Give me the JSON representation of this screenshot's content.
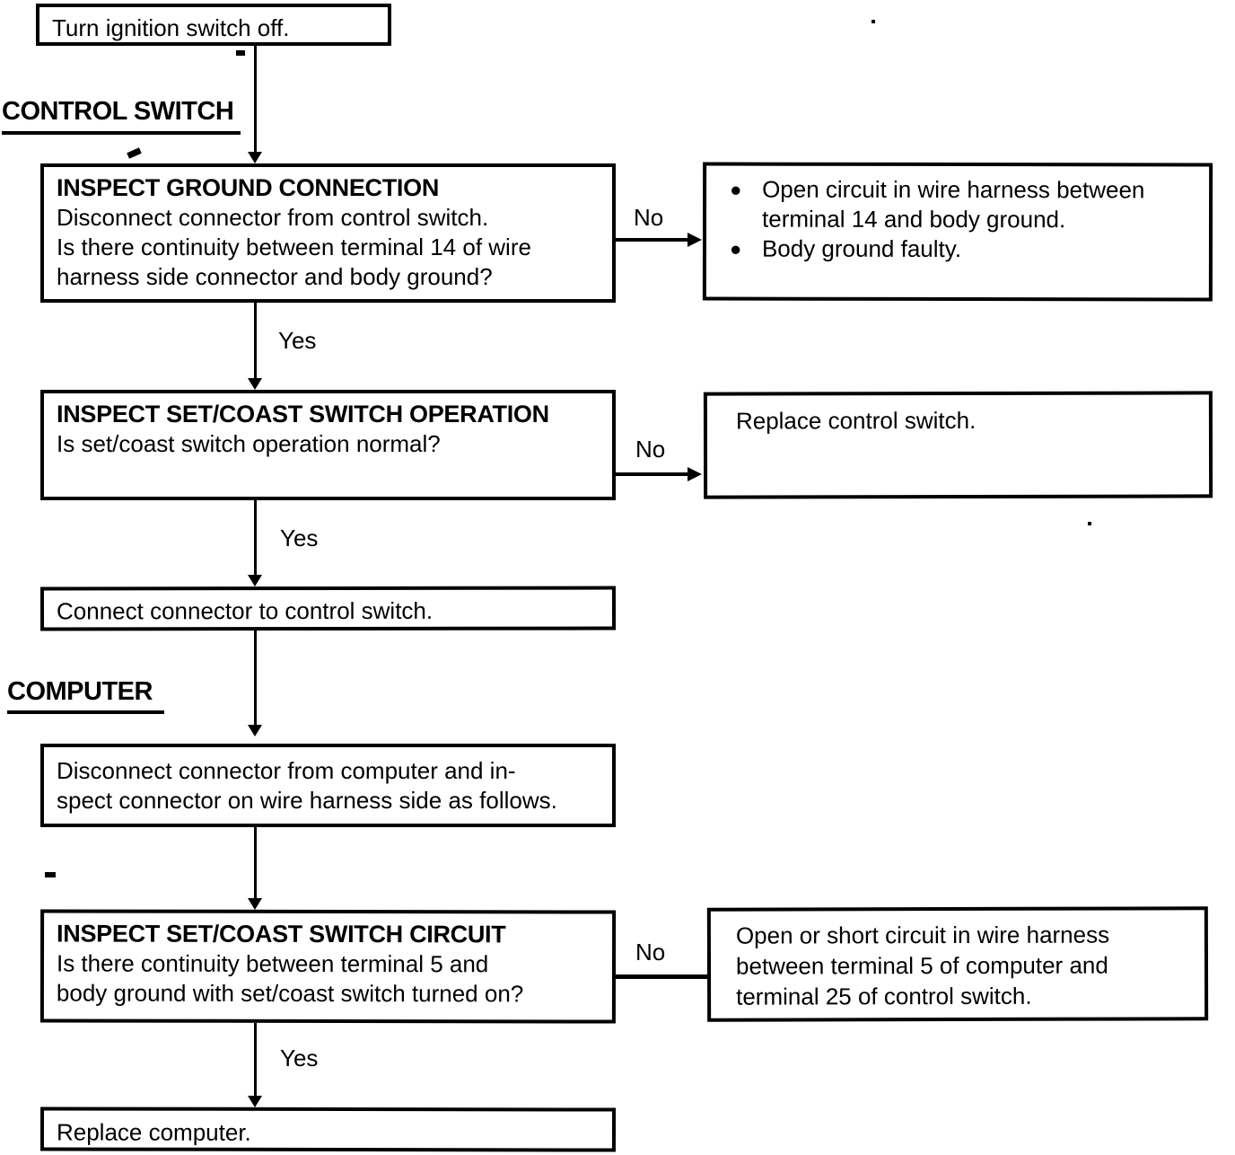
{
  "headings": {
    "control_switch": "CONTROL SWITCH",
    "computer": "COMPUTER"
  },
  "connector_labels": {
    "yes": "Yes",
    "no": "No"
  },
  "flow": {
    "turn_ignition": {
      "text": "Turn ignition switch off."
    },
    "inspect_ground": {
      "title": "INSPECT GROUND CONNECTION",
      "lines": [
        "Disconnect connector from control switch.",
        "Is there continuity between terminal 14 of wire",
        "harness side connector and body ground?"
      ]
    },
    "ground_fail": {
      "bullets": [
        {
          "lines": [
            "Open circuit in wire harness between",
            "terminal 14 and body ground."
          ]
        },
        {
          "lines": [
            "Body ground faulty."
          ]
        }
      ]
    },
    "inspect_set_coast_operation": {
      "title": "INSPECT SET/COAST SWITCH OPERATION",
      "lines": [
        "Is set/coast switch operation normal?"
      ]
    },
    "operation_fail": {
      "text": "Replace control switch."
    },
    "connect_connector": {
      "text": "Connect connector to control switch."
    },
    "disconnect_computer": {
      "lines": [
        "Disconnect connector from computer and in-",
        "spect connector on wire harness side as follows."
      ]
    },
    "inspect_set_coast_circuit": {
      "title": "INSPECT SET/COAST SWITCH CIRCUIT",
      "lines": [
        "Is there continuity between terminal 5 and",
        "body ground with set/coast switch turned on?"
      ]
    },
    "circuit_fail": {
      "lines": [
        "Open or short circuit in wire harness",
        "between terminal 5 of computer and",
        "terminal 25 of control switch."
      ]
    },
    "replace_computer": {
      "text": "Replace computer."
    }
  }
}
